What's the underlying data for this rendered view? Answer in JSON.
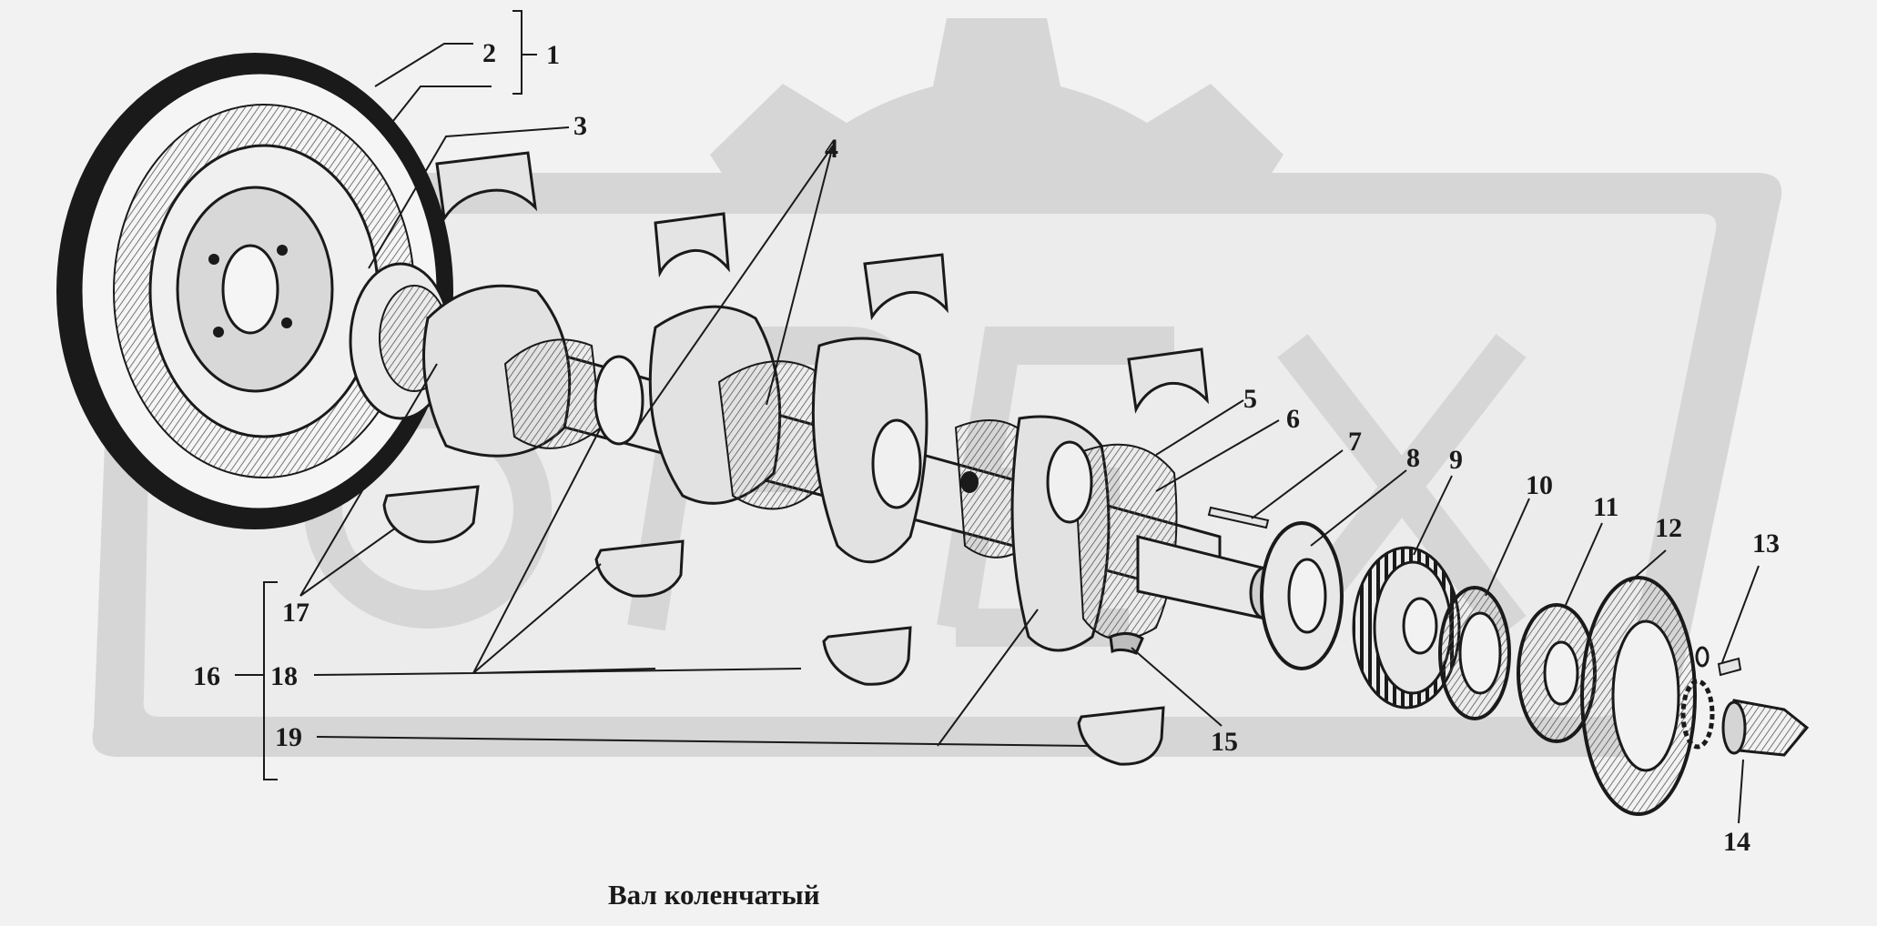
{
  "caption": "Вал коленчатый",
  "callouts": {
    "n1": "1",
    "n2": "2",
    "n3": "3",
    "n4": "4",
    "n5": "5",
    "n6": "6",
    "n7": "7",
    "n8": "8",
    "n9": "9",
    "n10": "10",
    "n11": "11",
    "n12": "12",
    "n13": "13",
    "n14": "14",
    "n15": "15",
    "n16": "16",
    "n17": "17",
    "n18": "18",
    "n19": "19"
  },
  "colors": {
    "background": "#f2f2f2",
    "watermark": "#d6d6d6",
    "ink": "#1a1a1a",
    "part_fill": "#e6e6e6"
  }
}
